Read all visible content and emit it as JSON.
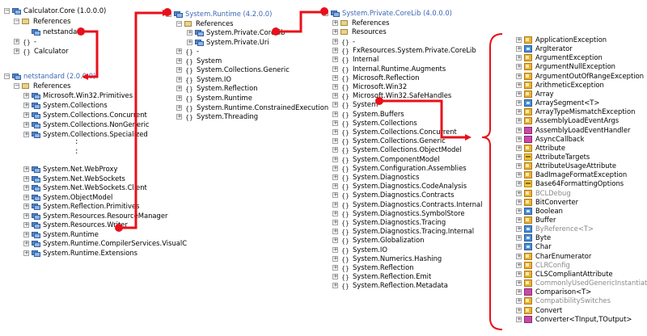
{
  "tree1": {
    "root": "Calculator.Core (1.0.0.0)",
    "references_label": "References",
    "ref_item": "netstandard",
    "dash": "-",
    "calculator": "Calculator"
  },
  "tree2": {
    "root": "netstandard (2.0.0.0)",
    "references_label": "References",
    "top_items": [
      "Microsoft.Win32.Primitives",
      "System.Collections",
      "System.Collections.Concurrent",
      "System.Collections.NonGeneric",
      "System.Collections.Specialized"
    ],
    "ellipsis": ":",
    "bottom_items": [
      "System.Net.WebProxy",
      "System.Net.WebSockets",
      "System.Net.WebSockets.Client",
      "System.ObjectModel",
      "System.Reflection.Primitives",
      "System.Resources.ResourceManager",
      "System.Resources.Writer",
      "System.Runtime",
      "System.Runtime.CompilerServices.VisualC",
      "System.Runtime.Extensions"
    ]
  },
  "tree3": {
    "root": "System.Runtime (4.2.0.0)",
    "references_label": "References",
    "refs": [
      "System.Private.CoreLib",
      "System.Private.Uri"
    ],
    "namespaces": [
      "-",
      "System",
      "System.Collections.Generic",
      "System.IO",
      "System.Reflection",
      "System.Runtime",
      "System.Runtime.ConstrainedExecution",
      "System.Threading"
    ]
  },
  "tree4": {
    "root": "System.Private.CoreLib (4.0.0.0)",
    "references_label": "References",
    "resources_label": "Resources",
    "namespaces": [
      "-",
      "FxResources.System.Private.CoreLib",
      "Internal",
      "Internal.Runtime.Augments",
      "Microsoft.Reflection",
      "Microsoft.Win32",
      "Microsoft.Win32.SafeHandles",
      "System",
      "System.Buffers",
      "System.Collections",
      "System.Collections.Concurrent",
      "System.Collections.Generic",
      "System.Collections.ObjectModel",
      "System.ComponentModel",
      "System.Configuration.Assemblies",
      "System.Diagnostics",
      "System.Diagnostics.CodeAnalysis",
      "System.Diagnostics.Contracts",
      "System.Diagnostics.Contracts.Internal",
      "System.Diagnostics.SymbolStore",
      "System.Diagnostics.Tracing",
      "System.Diagnostics.Tracing.Internal",
      "System.Globalization",
      "System.IO",
      "System.Numerics.Hashing",
      "System.Reflection",
      "System.Reflection.Emit",
      "System.Reflection.Metadata"
    ]
  },
  "types": [
    {
      "name": "ApplicationException",
      "kind": "cls",
      "dim": false
    },
    {
      "name": "ArgIterator",
      "kind": "str",
      "dim": false
    },
    {
      "name": "ArgumentException",
      "kind": "cls",
      "dim": false
    },
    {
      "name": "ArgumentNullException",
      "kind": "cls",
      "dim": false
    },
    {
      "name": "ArgumentOutOfRangeException",
      "kind": "cls",
      "dim": false
    },
    {
      "name": "ArithmeticException",
      "kind": "cls",
      "dim": false
    },
    {
      "name": "Array",
      "kind": "cls",
      "dim": false
    },
    {
      "name": "ArraySegment<T>",
      "kind": "str",
      "dim": false
    },
    {
      "name": "ArrayTypeMismatchException",
      "kind": "cls",
      "dim": false
    },
    {
      "name": "AssemblyLoadEventArgs",
      "kind": "cls",
      "dim": false
    },
    {
      "name": "AssemblyLoadEventHandler",
      "kind": "del",
      "dim": false
    },
    {
      "name": "AsyncCallback",
      "kind": "del",
      "dim": false
    },
    {
      "name": "Attribute",
      "kind": "cls",
      "dim": false
    },
    {
      "name": "AttributeTargets",
      "kind": "enm",
      "dim": false
    },
    {
      "name": "AttributeUsageAttribute",
      "kind": "cls",
      "dim": false
    },
    {
      "name": "BadImageFormatException",
      "kind": "cls",
      "dim": false
    },
    {
      "name": "Base64FormattingOptions",
      "kind": "enm",
      "dim": false
    },
    {
      "name": "BCLDebug",
      "kind": "cls",
      "dim": true
    },
    {
      "name": "BitConverter",
      "kind": "cls",
      "dim": false
    },
    {
      "name": "Boolean",
      "kind": "str",
      "dim": false
    },
    {
      "name": "Buffer",
      "kind": "cls",
      "dim": false
    },
    {
      "name": "ByReference<T>",
      "kind": "str",
      "dim": true
    },
    {
      "name": "Byte",
      "kind": "str",
      "dim": false
    },
    {
      "name": "Char",
      "kind": "str",
      "dim": false
    },
    {
      "name": "CharEnumerator",
      "kind": "cls",
      "dim": false
    },
    {
      "name": "CLRConfig",
      "kind": "cls",
      "dim": true
    },
    {
      "name": "CLSCompliantAttribute",
      "kind": "cls",
      "dim": false
    },
    {
      "name": "CommonlyUsedGenericInstantiations",
      "kind": "cls",
      "dim": true
    },
    {
      "name": "Comparison<T>",
      "kind": "del",
      "dim": false
    },
    {
      "name": "CompatibilitySwitches",
      "kind": "cls",
      "dim": true
    },
    {
      "name": "Convert",
      "kind": "cls",
      "dim": false
    },
    {
      "name": "Converter<TInput,TOutput>",
      "kind": "del",
      "dim": false
    }
  ],
  "colors": {
    "arrow": "#e8101a",
    "assembly_blue": "#3b67b3"
  }
}
